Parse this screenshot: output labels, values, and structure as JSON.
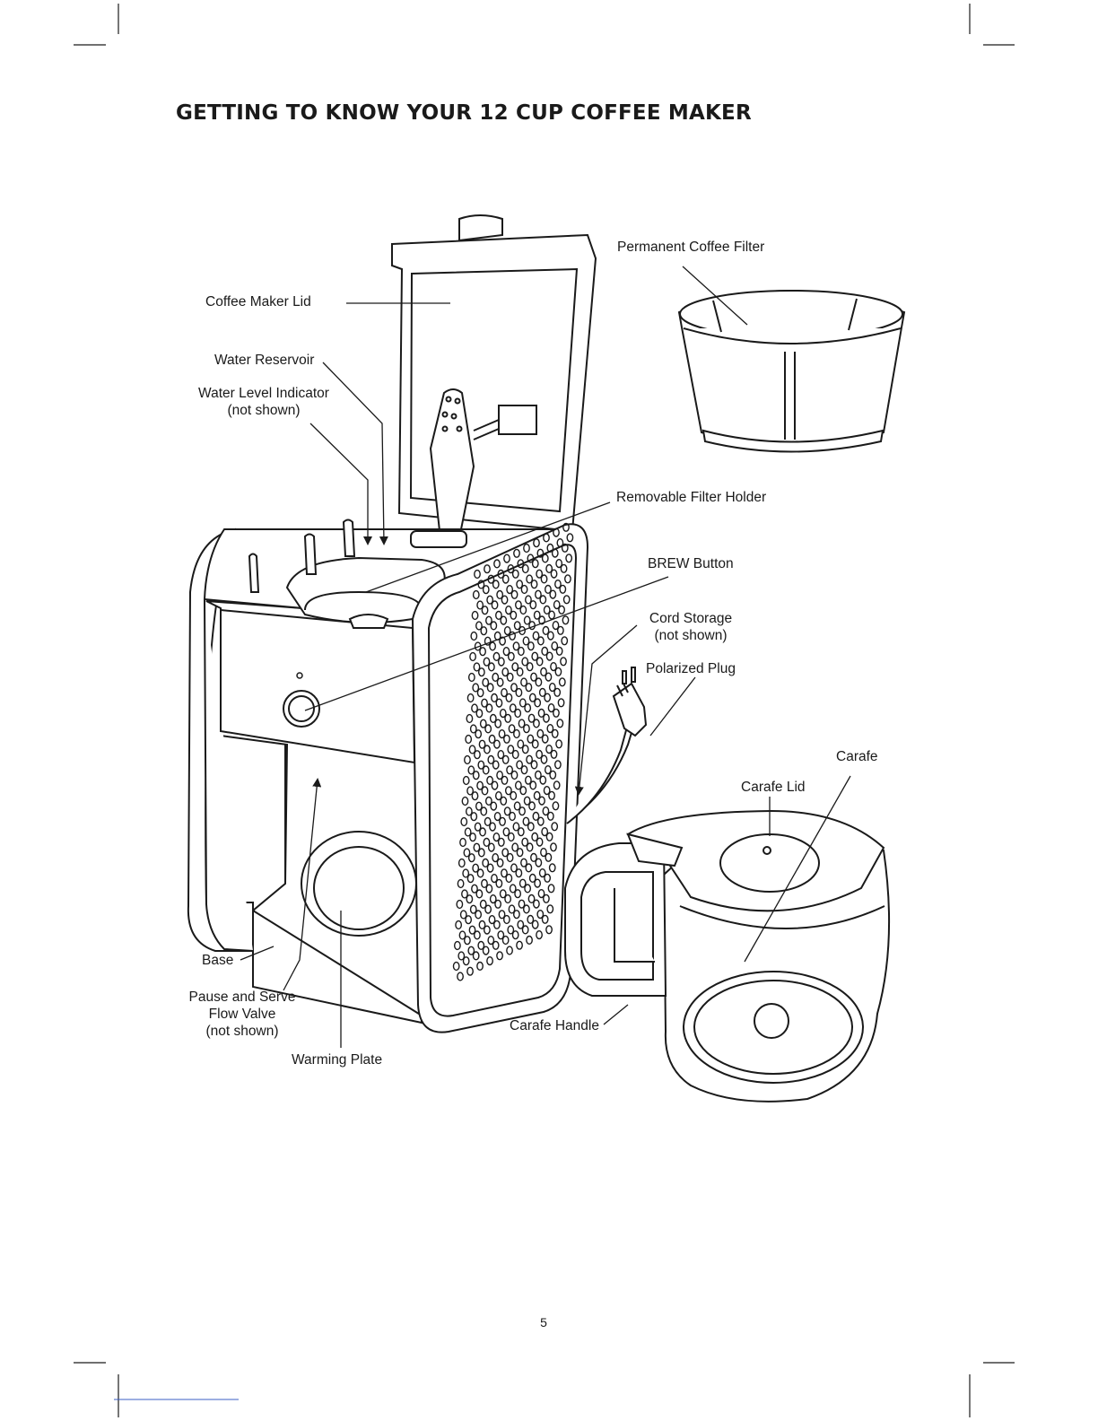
{
  "title": "GETTING TO KNOW YOUR 12 CUP COFFEE MAKER",
  "labels": {
    "permanent_coffee_filter": "Permanent Coffee Filter",
    "coffee_maker_lid": "Coffee Maker Lid",
    "water_reservoir": "Water Reservoir",
    "water_level_indicator": "Water Level Indicator",
    "water_level_indicator_note": "(not shown)",
    "removable_filter_holder": "Removable Filter Holder",
    "brew_button": "BREW Button",
    "cord_storage": "Cord Storage",
    "cord_storage_note": "(not shown)",
    "polarized_plug": "Polarized Plug",
    "carafe": "Carafe",
    "carafe_lid": "Carafe Lid",
    "base": "Base",
    "pause_and_serve_1": "Pause and Serve",
    "pause_and_serve_2": "Flow Valve",
    "pause_and_serve_note": "(not shown)",
    "carafe_handle": "Carafe Handle",
    "warming_plate": "Warming Plate"
  },
  "page_number": "5"
}
